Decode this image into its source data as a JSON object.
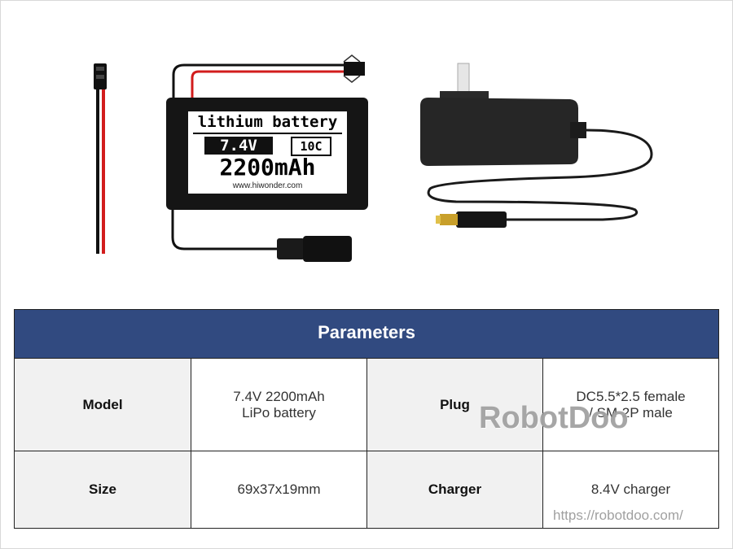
{
  "battery": {
    "title": "lithium battery",
    "voltage": "7.4V",
    "rate": "10C",
    "capacity": "2200mAh",
    "url": "www.hiwonder.com"
  },
  "parameters": {
    "header": "Parameters",
    "rows": [
      {
        "key1": "Model",
        "val1_line1": "7.4V 2200mAh",
        "val1_line2": "LiPo battery",
        "key2": "Plug",
        "val2_line1": "DC5.5*2.5 female",
        "val2_line2": "/ SM-2P male"
      },
      {
        "key1": "Size",
        "val1_line1": "69x37x19mm",
        "key2": "Charger",
        "val2_line1": "8.4V charger"
      }
    ]
  },
  "watermark": {
    "brand": "RobotDoo",
    "url": "https://robotdoo.com/"
  },
  "colors": {
    "header_bg": "#314a80",
    "key_cell_bg": "#f1f1f1"
  }
}
